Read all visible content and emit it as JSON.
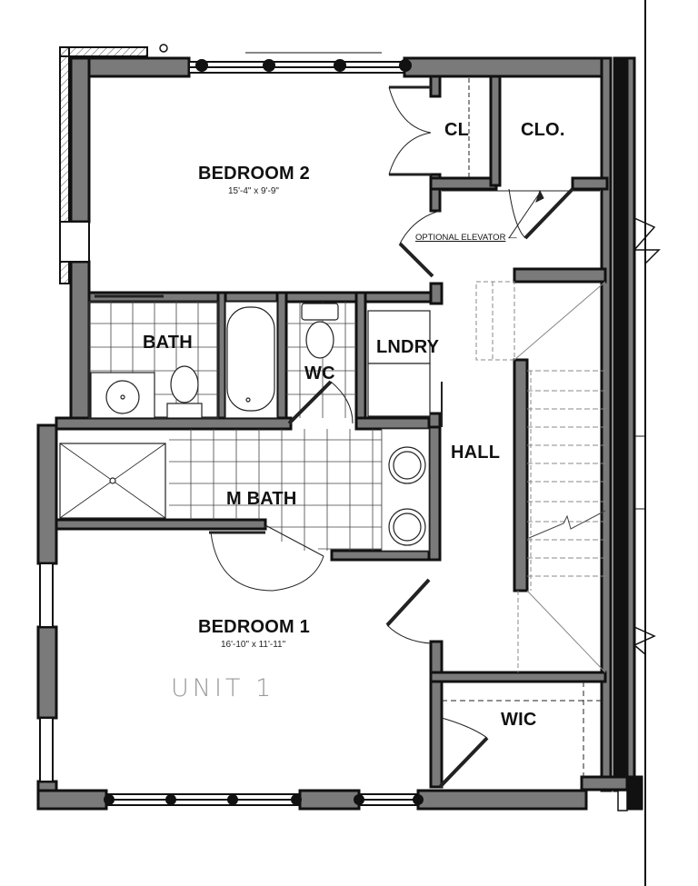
{
  "plan": {
    "unit_label": "UNIT 1",
    "wall_color": "#7a7a7a",
    "wall_outline_color": "#111111",
    "rooms": [
      {
        "id": "bedroom-2",
        "label": "BEDROOM 2",
        "dimensions": "15'-4\" x 9'-9\""
      },
      {
        "id": "bedroom-1",
        "label": "BEDROOM 1",
        "dimensions": "16'-10\" x 11'-11\""
      },
      {
        "id": "cl",
        "label": "CL"
      },
      {
        "id": "clo",
        "label": "CLO."
      },
      {
        "id": "bath",
        "label": "BATH"
      },
      {
        "id": "wc",
        "label": "WC"
      },
      {
        "id": "lndry",
        "label": "LNDRY"
      },
      {
        "id": "hall",
        "label": "HALL"
      },
      {
        "id": "m-bath",
        "label": "M BATH"
      },
      {
        "id": "wic",
        "label": "WIC"
      }
    ],
    "annotations": {
      "optional_elevator": "OPTIONAL ELEVATOR"
    }
  }
}
